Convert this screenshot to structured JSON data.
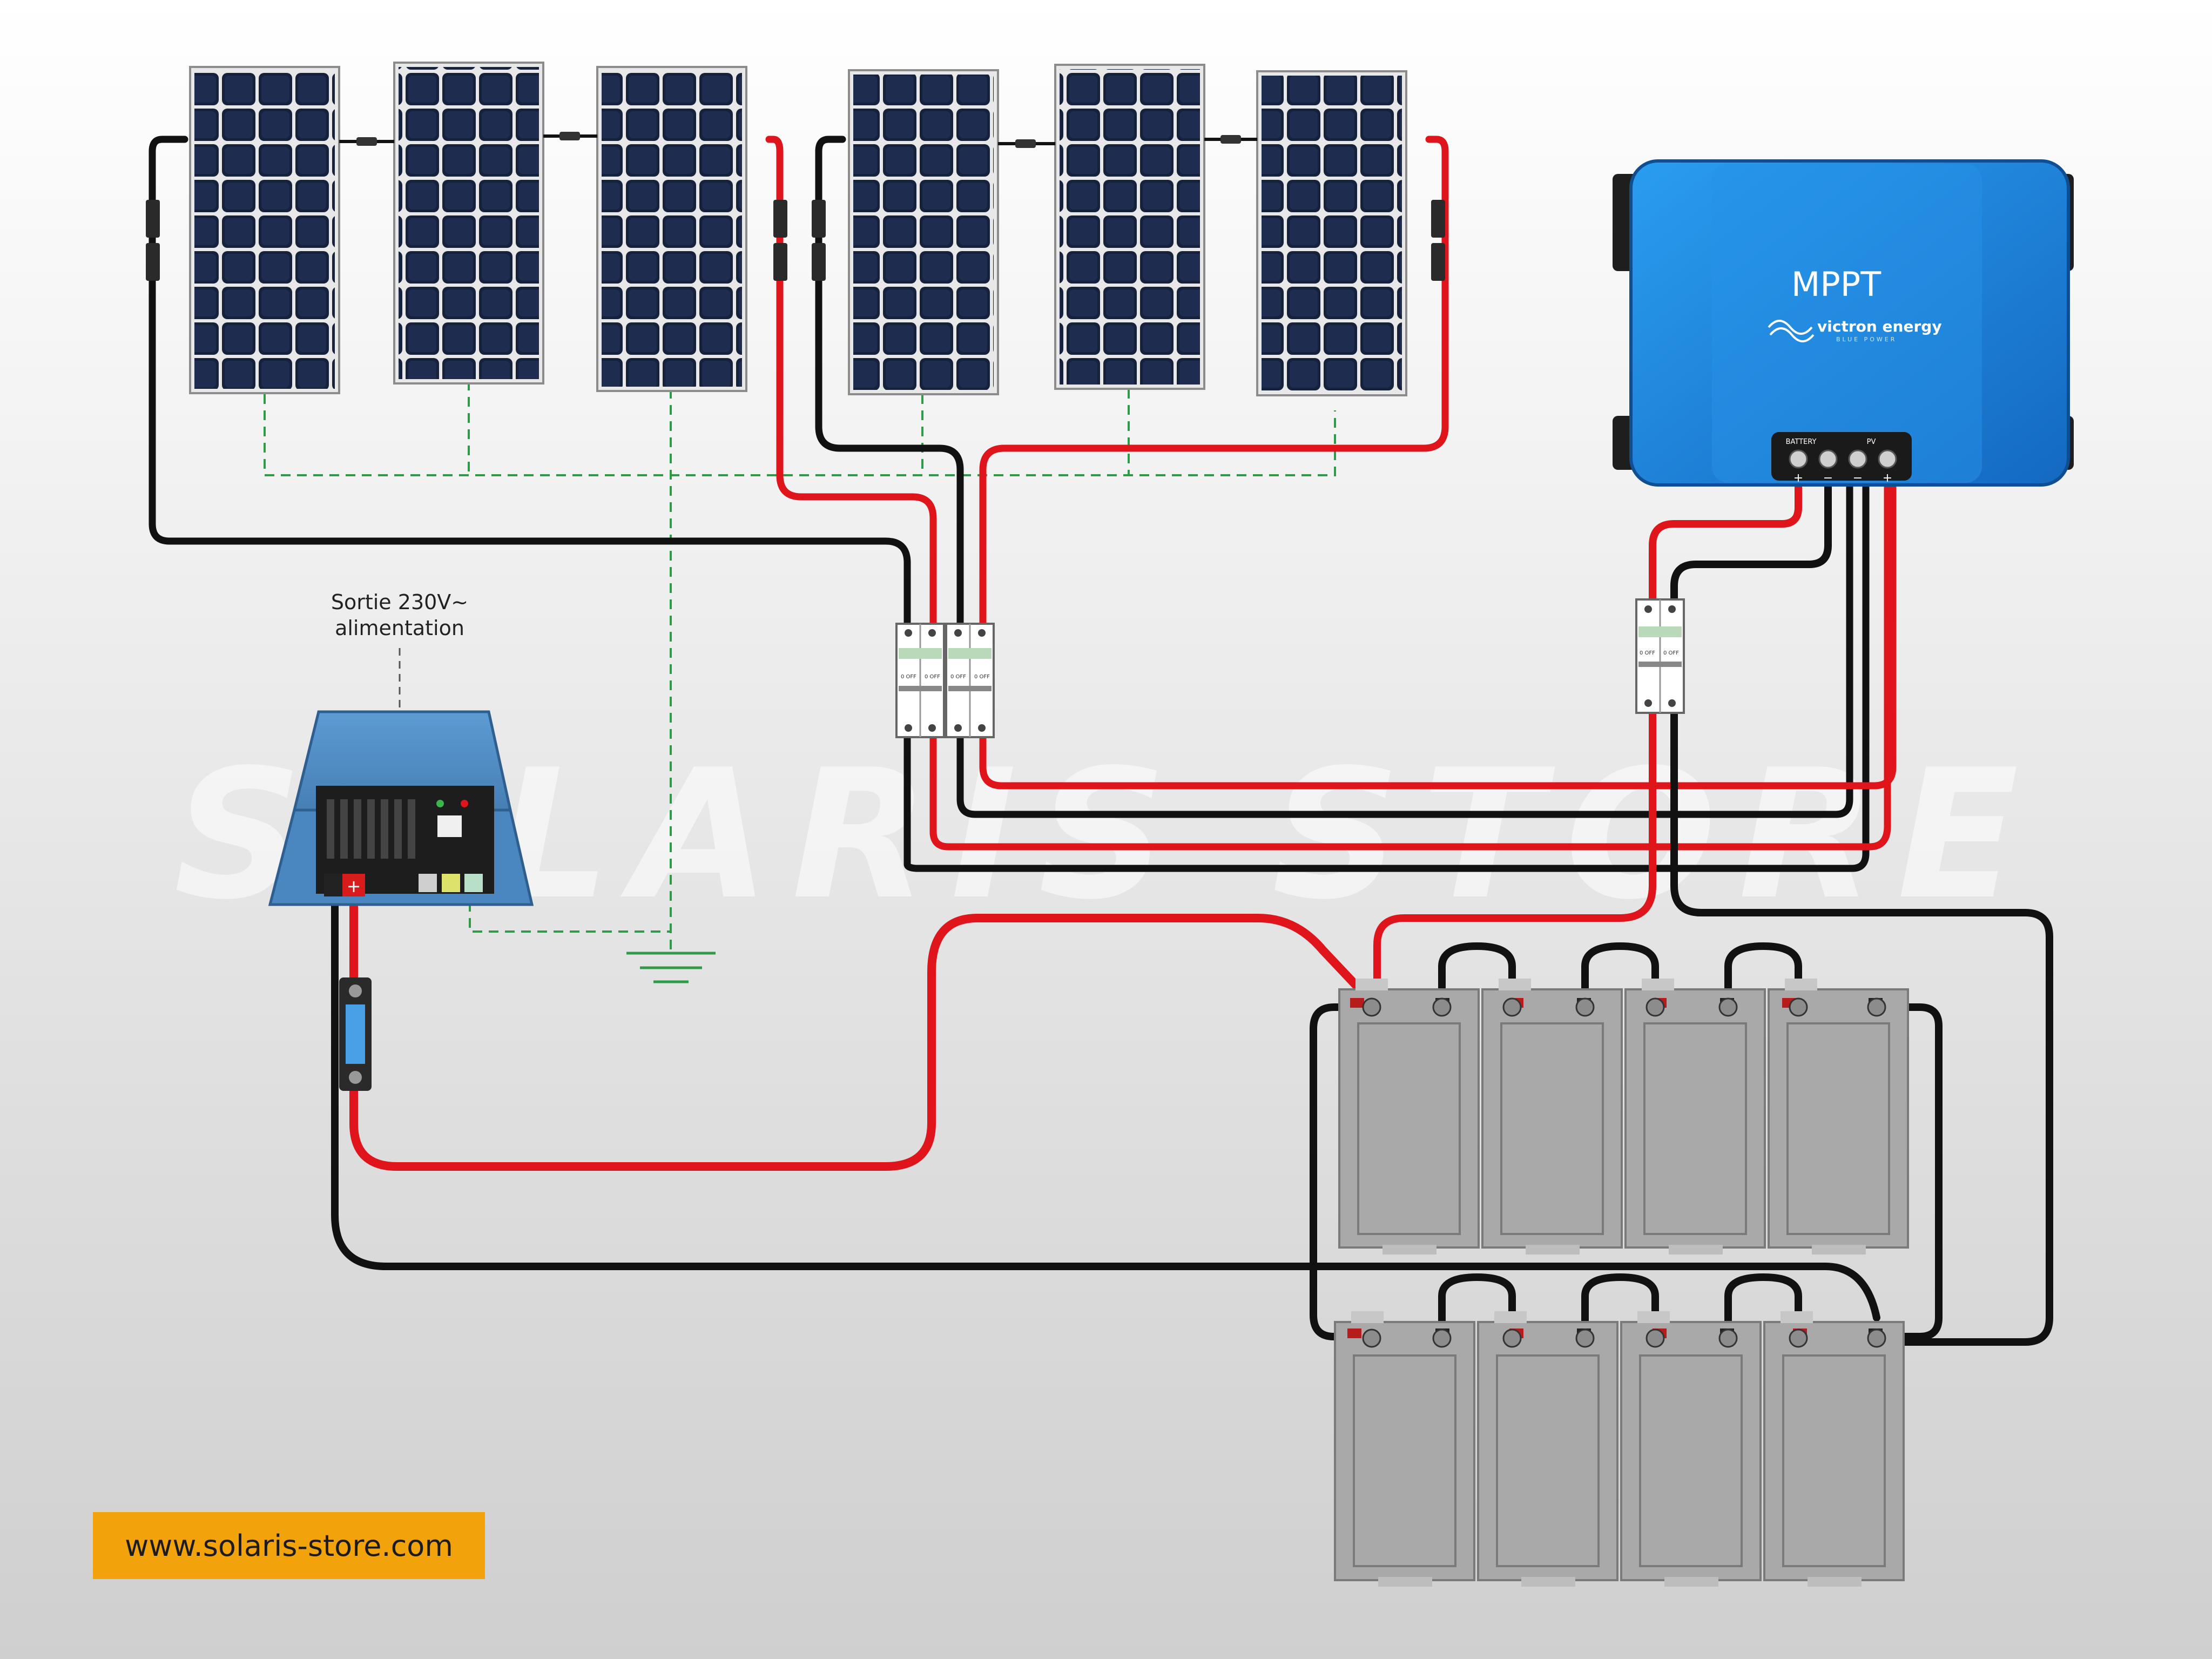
{
  "watermark": "SOLARIS STORE",
  "inverter": {
    "output_label_line1": "Sortie 230V~",
    "output_label_line2": "alimentation"
  },
  "mppt": {
    "title": "MPPT",
    "brand": "victron energy",
    "brand_tagline": "BLUE POWER",
    "terminal_battery": "BATTERY",
    "terminal_pv": "PV"
  },
  "breaker_labels": {
    "off": "0 OFF"
  },
  "polarity": {
    "plus": "+",
    "minus": "−"
  },
  "footer": {
    "url": "www.solaris-store.com"
  },
  "colors": {
    "positive_cable": "#e0141b",
    "negative_cable": "#111111",
    "ground_wire": "#2f9a48",
    "mppt_blue": "#1a7fd6",
    "inverter_blue": "#4a87c1",
    "battery_gray": "#a9a9a9",
    "url_box": "#f2a20a"
  },
  "icons": [
    "solar-panel-icon",
    "mc4-connector-icon",
    "ground-symbol-icon",
    "fuse-icon",
    "breaker-icon",
    "battery-icon"
  ]
}
